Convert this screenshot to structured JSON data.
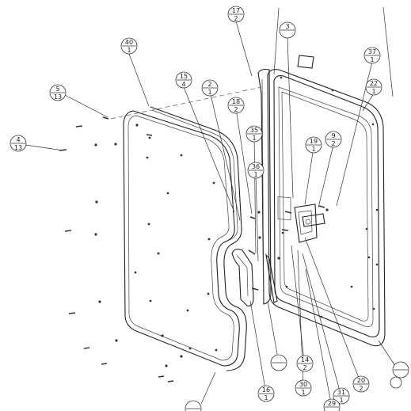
{
  "diagram": {
    "callouts": [
      {
        "id": "c17",
        "item": "17",
        "qty": "2"
      },
      {
        "id": "c3",
        "item": "3",
        "qty": ""
      },
      {
        "id": "c40",
        "item": "40",
        "qty": "1"
      },
      {
        "id": "c37",
        "item": "37",
        "qty": "1"
      },
      {
        "id": "c5",
        "item": "5",
        "qty": "13"
      },
      {
        "id": "c15",
        "item": "15",
        "qty": "4"
      },
      {
        "id": "c2",
        "item": "2",
        "qty": "1"
      },
      {
        "id": "c22",
        "item": "22",
        "qty": "1"
      },
      {
        "id": "c18",
        "item": "18",
        "qty": "2"
      },
      {
        "id": "c4",
        "item": "4",
        "qty": "13"
      },
      {
        "id": "c35",
        "item": "35",
        "qty": "1"
      },
      {
        "id": "c19",
        "item": "19",
        "qty": "1"
      },
      {
        "id": "c9",
        "item": "9",
        "qty": "2"
      },
      {
        "id": "c36",
        "item": "36",
        "qty": "1"
      },
      {
        "id": "c14",
        "item": "14",
        "qty": "2"
      },
      {
        "id": "c16",
        "item": "16",
        "qty": "1"
      },
      {
        "id": "c30",
        "item": "30",
        "qty": "1"
      },
      {
        "id": "c20",
        "item": "20",
        "qty": "2"
      },
      {
        "id": "c31",
        "item": "31",
        "qty": "1"
      },
      {
        "id": "c29",
        "item": "29",
        "qty": ""
      },
      {
        "id": "cblank",
        "item": "",
        "qty": ""
      }
    ]
  }
}
